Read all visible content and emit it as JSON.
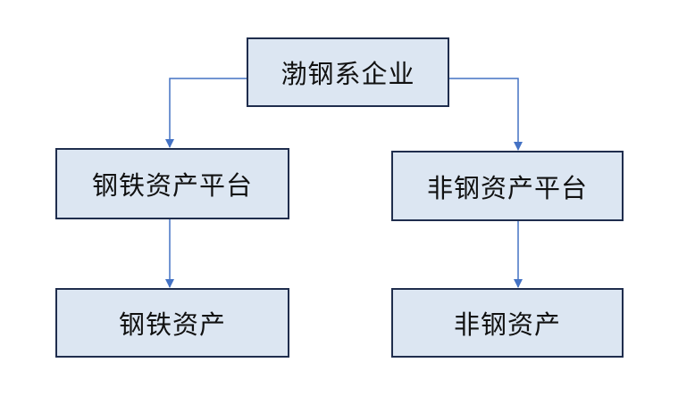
{
  "colors": {
    "box_fill": "#dce6f2",
    "box_border": "#1f2d4d",
    "connector": "#4472c4",
    "text": "#111111"
  },
  "diagram": {
    "root": {
      "label": "渤钢系企业"
    },
    "branches": [
      {
        "platform_label": "钢铁资产平台",
        "asset_label": "钢铁资产"
      },
      {
        "platform_label": "非钢资产平台",
        "asset_label": "非钢资产"
      }
    ]
  }
}
